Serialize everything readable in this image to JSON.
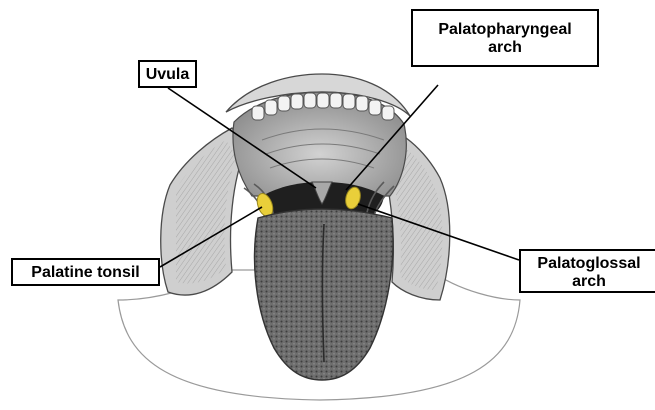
{
  "labels": {
    "uvula": {
      "line1": "Uvula"
    },
    "palatopharyngeal_arch": {
      "line1": "Palatopharyngeal",
      "line2": "arch"
    },
    "palatine_tonsil": {
      "line1": "Palatine tonsil"
    },
    "palatoglossal_arch": {
      "line1": "Palatoglossal",
      "line2": "arch"
    }
  },
  "colors": {
    "tonsil": "#e9cf3a",
    "outline": "#4a4a4a",
    "leader_line": "#000000",
    "label_border": "#000000"
  }
}
